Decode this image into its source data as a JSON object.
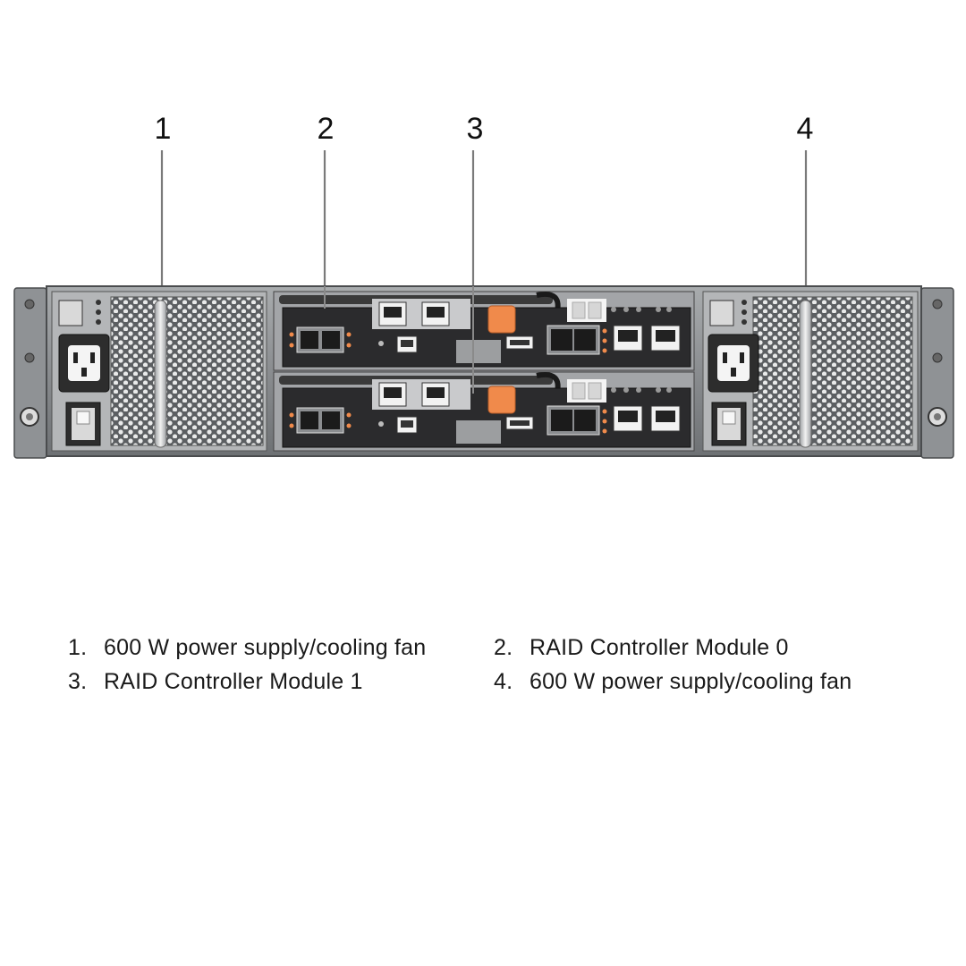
{
  "callouts": [
    "1",
    "2",
    "3",
    "4"
  ],
  "legend": [
    {
      "num": "1.",
      "text": "600 W power supply/cooling fan"
    },
    {
      "num": "2.",
      "text": "RAID Controller Module 0"
    },
    {
      "num": "3.",
      "text": "RAID Controller Module 1"
    },
    {
      "num": "4.",
      "text": "600 W power supply/cooling fan"
    }
  ],
  "colors": {
    "chassis": "#8e9194",
    "controller_face": "#2b2b2d",
    "latch": "#f08a4b",
    "text": "#111111"
  },
  "icons": [
    "power-inlet-icon",
    "power-switch-icon",
    "fan-grille-icon",
    "rj45-port-icon",
    "sas-port-icon",
    "usb-port-icon",
    "seven-segment-display-icon",
    "release-latch-icon"
  ]
}
